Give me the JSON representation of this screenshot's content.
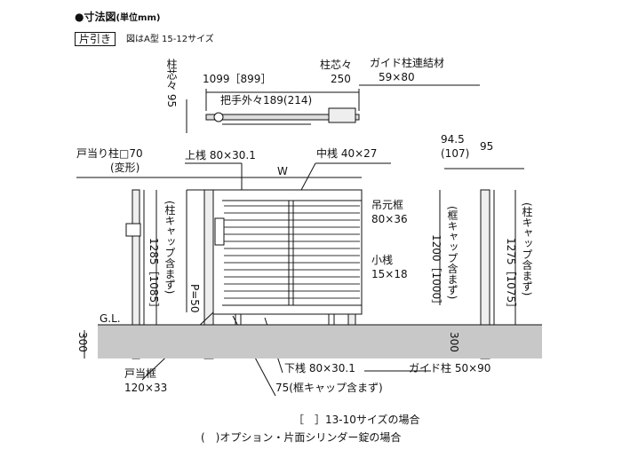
{
  "header": {
    "title": "●寸法図",
    "unit": "(単位mm)",
    "type_tag": "片引き",
    "note": "図はA型 15-12サイズ"
  },
  "plan": {
    "pitch_label": "柱芯々",
    "pitch_value": "250",
    "guide_post_link_label": "ガイド柱連結材",
    "guide_post_link_size": "59×80",
    "width_value": "1099［899］",
    "handle_label": "把手外々189(214)",
    "post_pitch_vertical": "柱芯々 95"
  },
  "labels": {
    "door_stop_post": "戸当り柱□70",
    "door_stop_post_sub": "(変形)",
    "top_rail": "上桟 80×30.1",
    "middle_rail": "中桟 40×27",
    "width": "W",
    "hanging_frame": "吊元框",
    "hanging_frame_size": "80×36",
    "small_rail": "小桟",
    "small_rail_size": "15×18",
    "offset_top": "94.5",
    "offset_top_sub": "(107)",
    "post_width_right": "95",
    "height_post_left": "1285［1085］",
    "height_post_left_sub": "(柱キャップ含まず)",
    "p_label": "P=50",
    "height_frame": "1200［1000］",
    "height_frame_sub": "(框キャップ含まず)",
    "height_post_right": "1275［1075］",
    "height_post_right_sub": "(柱キャップ含まず)",
    "gl": "G.L.",
    "depth_left": "300",
    "depth_right": "300",
    "door_stop_frame": "戸当框",
    "door_stop_frame_size": "120×33",
    "bottom_rail": "下桟 80×30.1",
    "guide_post": "ガイド柱 50×90",
    "frame_cap_note": "75(框キャップ含まず)"
  },
  "footer": {
    "note1": "［　］13-10サイズの場合",
    "note2": "(　)オプション・片面シリンダー錠の場合"
  }
}
